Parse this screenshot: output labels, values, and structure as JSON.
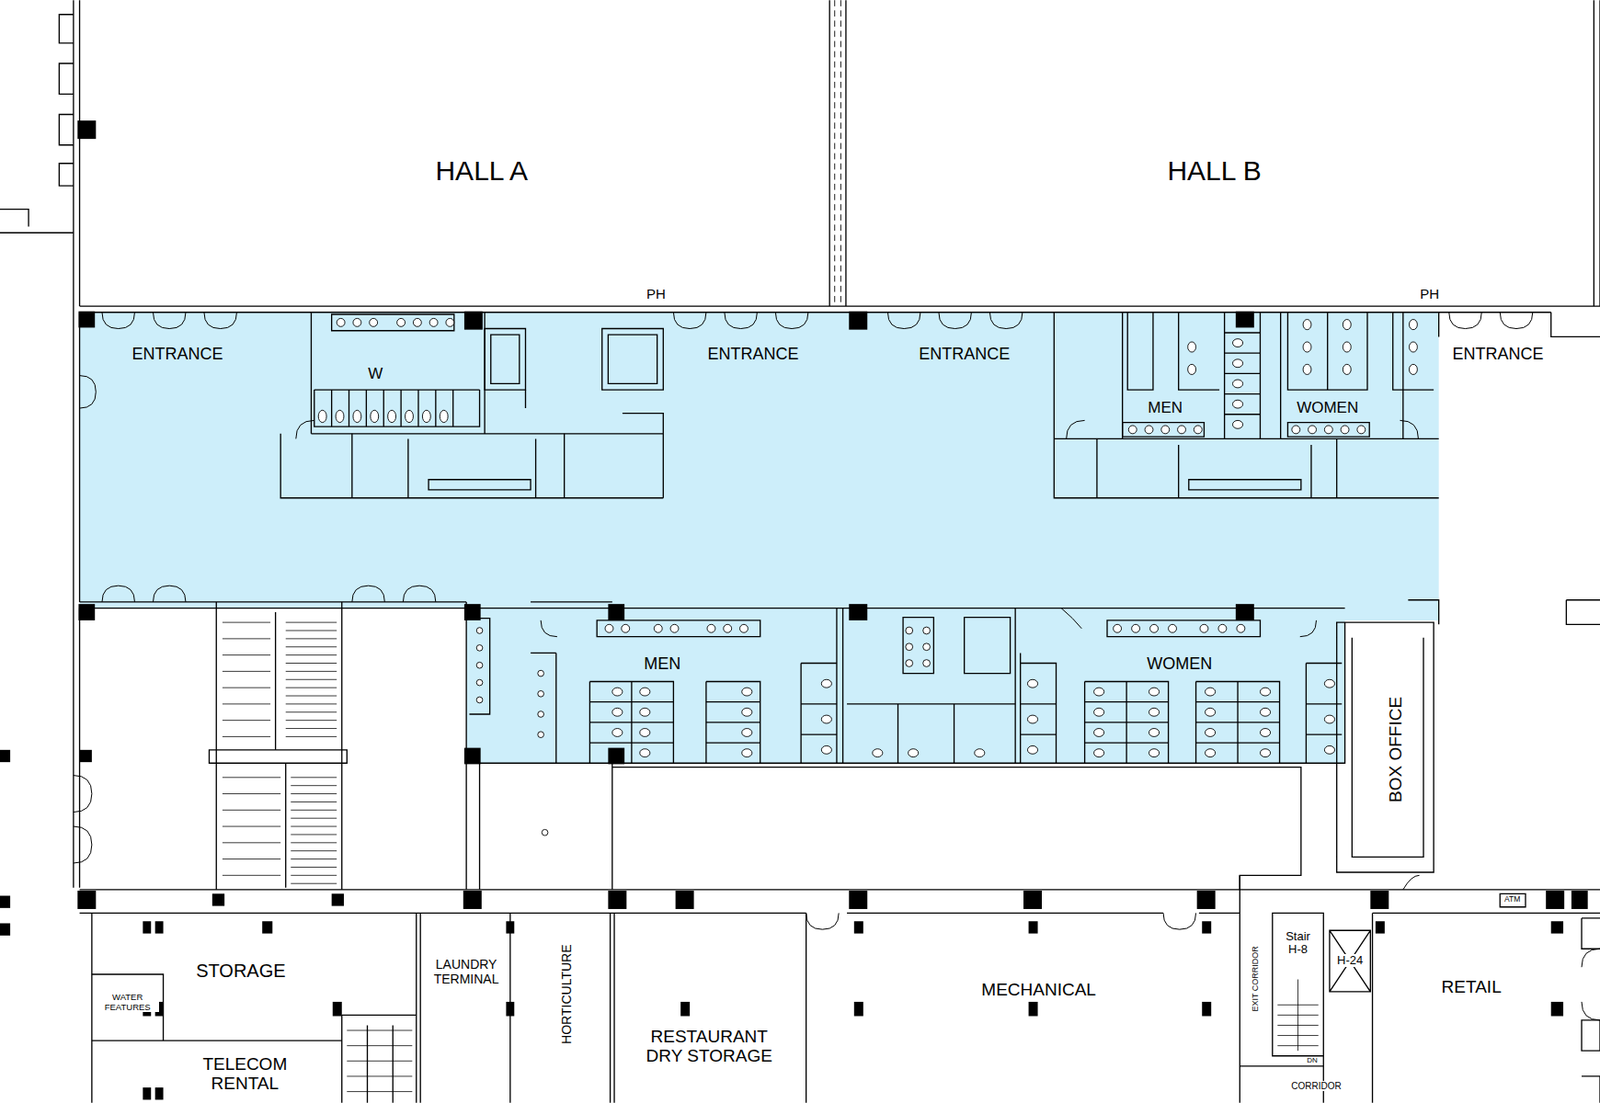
{
  "diagram": {
    "nodes": [
      {
        "text": [
          "HALL A"
        ]
      },
      {
        "text": [
          "HALL B"
        ]
      },
      {
        "text": [
          "ENTRANCE"
        ]
      },
      {
        "text": [
          "W"
        ]
      },
      {
        "text": [
          "ENTRANCE"
        ]
      },
      {
        "text": [
          "ENTRANCE"
        ]
      },
      {
        "text": [
          "MEN"
        ]
      },
      {
        "text": [
          "WOMEN"
        ]
      },
      {
        "text": [
          "ENTRANCE"
        ]
      },
      {
        "text": [
          "MEN"
        ]
      },
      {
        "text": [
          "WOMEN"
        ]
      },
      {
        "text": [
          "BOX OFFICE"
        ]
      },
      {
        "text": [
          "WATER FEATURES"
        ]
      },
      {
        "text": [
          "STORAGE"
        ]
      },
      {
        "text": [
          "LAUNDRY TERMINAL"
        ]
      },
      {
        "text": [
          "HORTICULTURE"
        ]
      },
      {
        "text": [
          "RESTAURANT DRY STORAGE"
        ]
      },
      {
        "text": [
          "MECHANICAL"
        ]
      },
      {
        "text": [
          "Stair H-8"
        ]
      },
      {
        "text": [
          "H-24"
        ]
      },
      {
        "text": [
          "EXIT CORRIDOR"
        ]
      },
      {
        "text": [
          "RETAIL"
        ]
      },
      {
        "text": [
          "TELECOM RENTAL"
        ]
      },
      {
        "text": [
          "CORRIDOR"
        ]
      }
    ],
    "labels": [
      "PH",
      "PH",
      "ATM",
      "DN"
    ]
  }
}
